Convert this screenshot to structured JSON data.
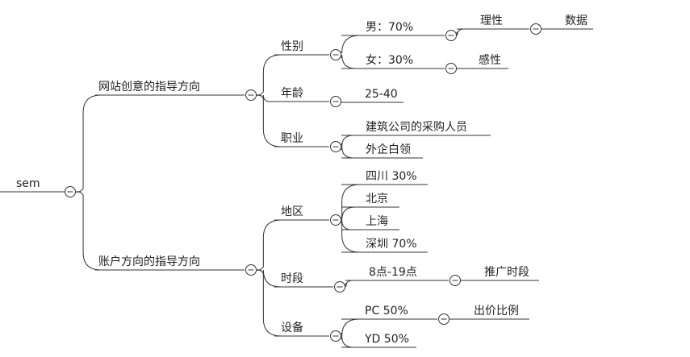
{
  "root": {
    "label": "sem",
    "children": [
      {
        "label": "网站创意的指导方向",
        "children": [
          {
            "label": "性别",
            "children": [
              {
                "label": "男：70%",
                "children": [
                  {
                    "label": "理性",
                    "children": [
                      {
                        "label": "数据"
                      }
                    ]
                  }
                ]
              },
              {
                "label": "女：30%",
                "children": [
                  {
                    "label": "感性"
                  }
                ]
              }
            ]
          },
          {
            "label": "年龄",
            "children": [
              {
                "label": "25-40"
              }
            ]
          },
          {
            "label": "职业",
            "children": [
              {
                "label": "建筑公司的采购人员"
              },
              {
                "label": "外企白领"
              }
            ]
          }
        ]
      },
      {
        "label": "账户方向的指导方向",
        "children": [
          {
            "label": "地区",
            "children": [
              {
                "label": "四川 30%"
              },
              {
                "label": "北京"
              },
              {
                "label": "上海"
              },
              {
                "label": "深圳 70%"
              }
            ]
          },
          {
            "label": "时段",
            "children": [
              {
                "label": "8点-19点",
                "children": [
                  {
                    "label": "推广时段"
                  }
                ]
              }
            ]
          },
          {
            "label": "设备",
            "children": [
              {
                "label": "PC 50%",
                "children": [
                  {
                    "label": "出价比例"
                  }
                ]
              },
              {
                "label": "YD 50%"
              }
            ]
          }
        ]
      }
    ]
  }
}
